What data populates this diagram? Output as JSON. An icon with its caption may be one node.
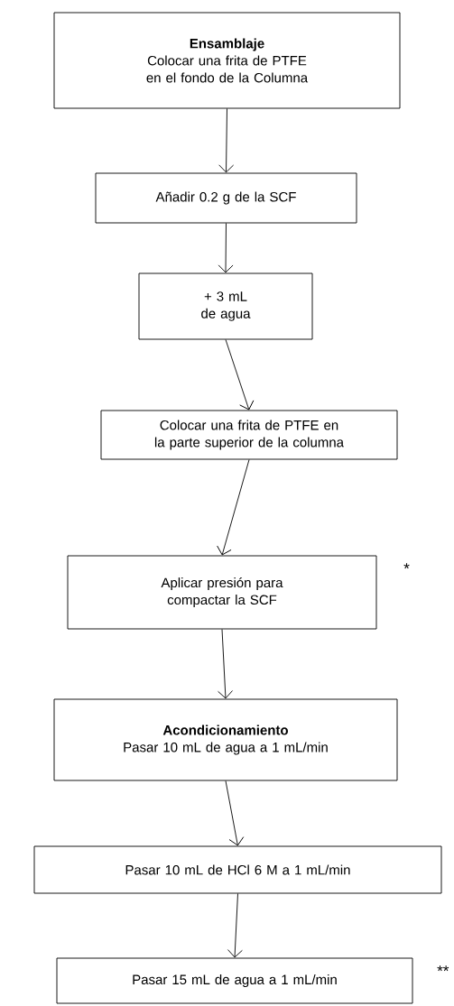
{
  "diagram": {
    "nodes": [
      {
        "text": [
          "Ensamblaje",
          "Colocar una frita de PTFE en el fondo de la Columna"
        ]
      },
      {
        "text": [
          "Añadir 0.2 g de la SCF"
        ]
      },
      {
        "text": [
          "+ 3 mL de agua"
        ]
      },
      {
        "text": [
          "Colocar una frita de PTFE en la parte superior de la columna"
        ]
      },
      {
        "text": [
          "Aplicar presión para compactar la SCF"
        ],
        "beside": [
          "*"
        ]
      },
      {
        "text": [
          "Acondicionamiento",
          "Pasar 10 mL de agua a 1 mL/min"
        ]
      },
      {
        "text": [
          "Pasar 10 mL de HCl 6 M a 1 mL/min"
        ]
      },
      {
        "text": [
          "Pasar 15 mL de agua a 1 mL/min"
        ],
        "beside": [
          "**"
        ]
      }
    ],
    "edges": [
      {
        "from": 0,
        "to": 1,
        "arrow": "to"
      },
      {
        "from": 1,
        "to": 2,
        "arrow": "to"
      },
      {
        "from": 2,
        "to": 3,
        "arrow": "to"
      },
      {
        "from": 3,
        "to": 4,
        "arrow": "to"
      },
      {
        "from": 4,
        "to": 5,
        "arrow": "to"
      },
      {
        "from": 5,
        "to": 6,
        "arrow": "to"
      },
      {
        "from": 6,
        "to": 7,
        "arrow": "to"
      }
    ]
  }
}
